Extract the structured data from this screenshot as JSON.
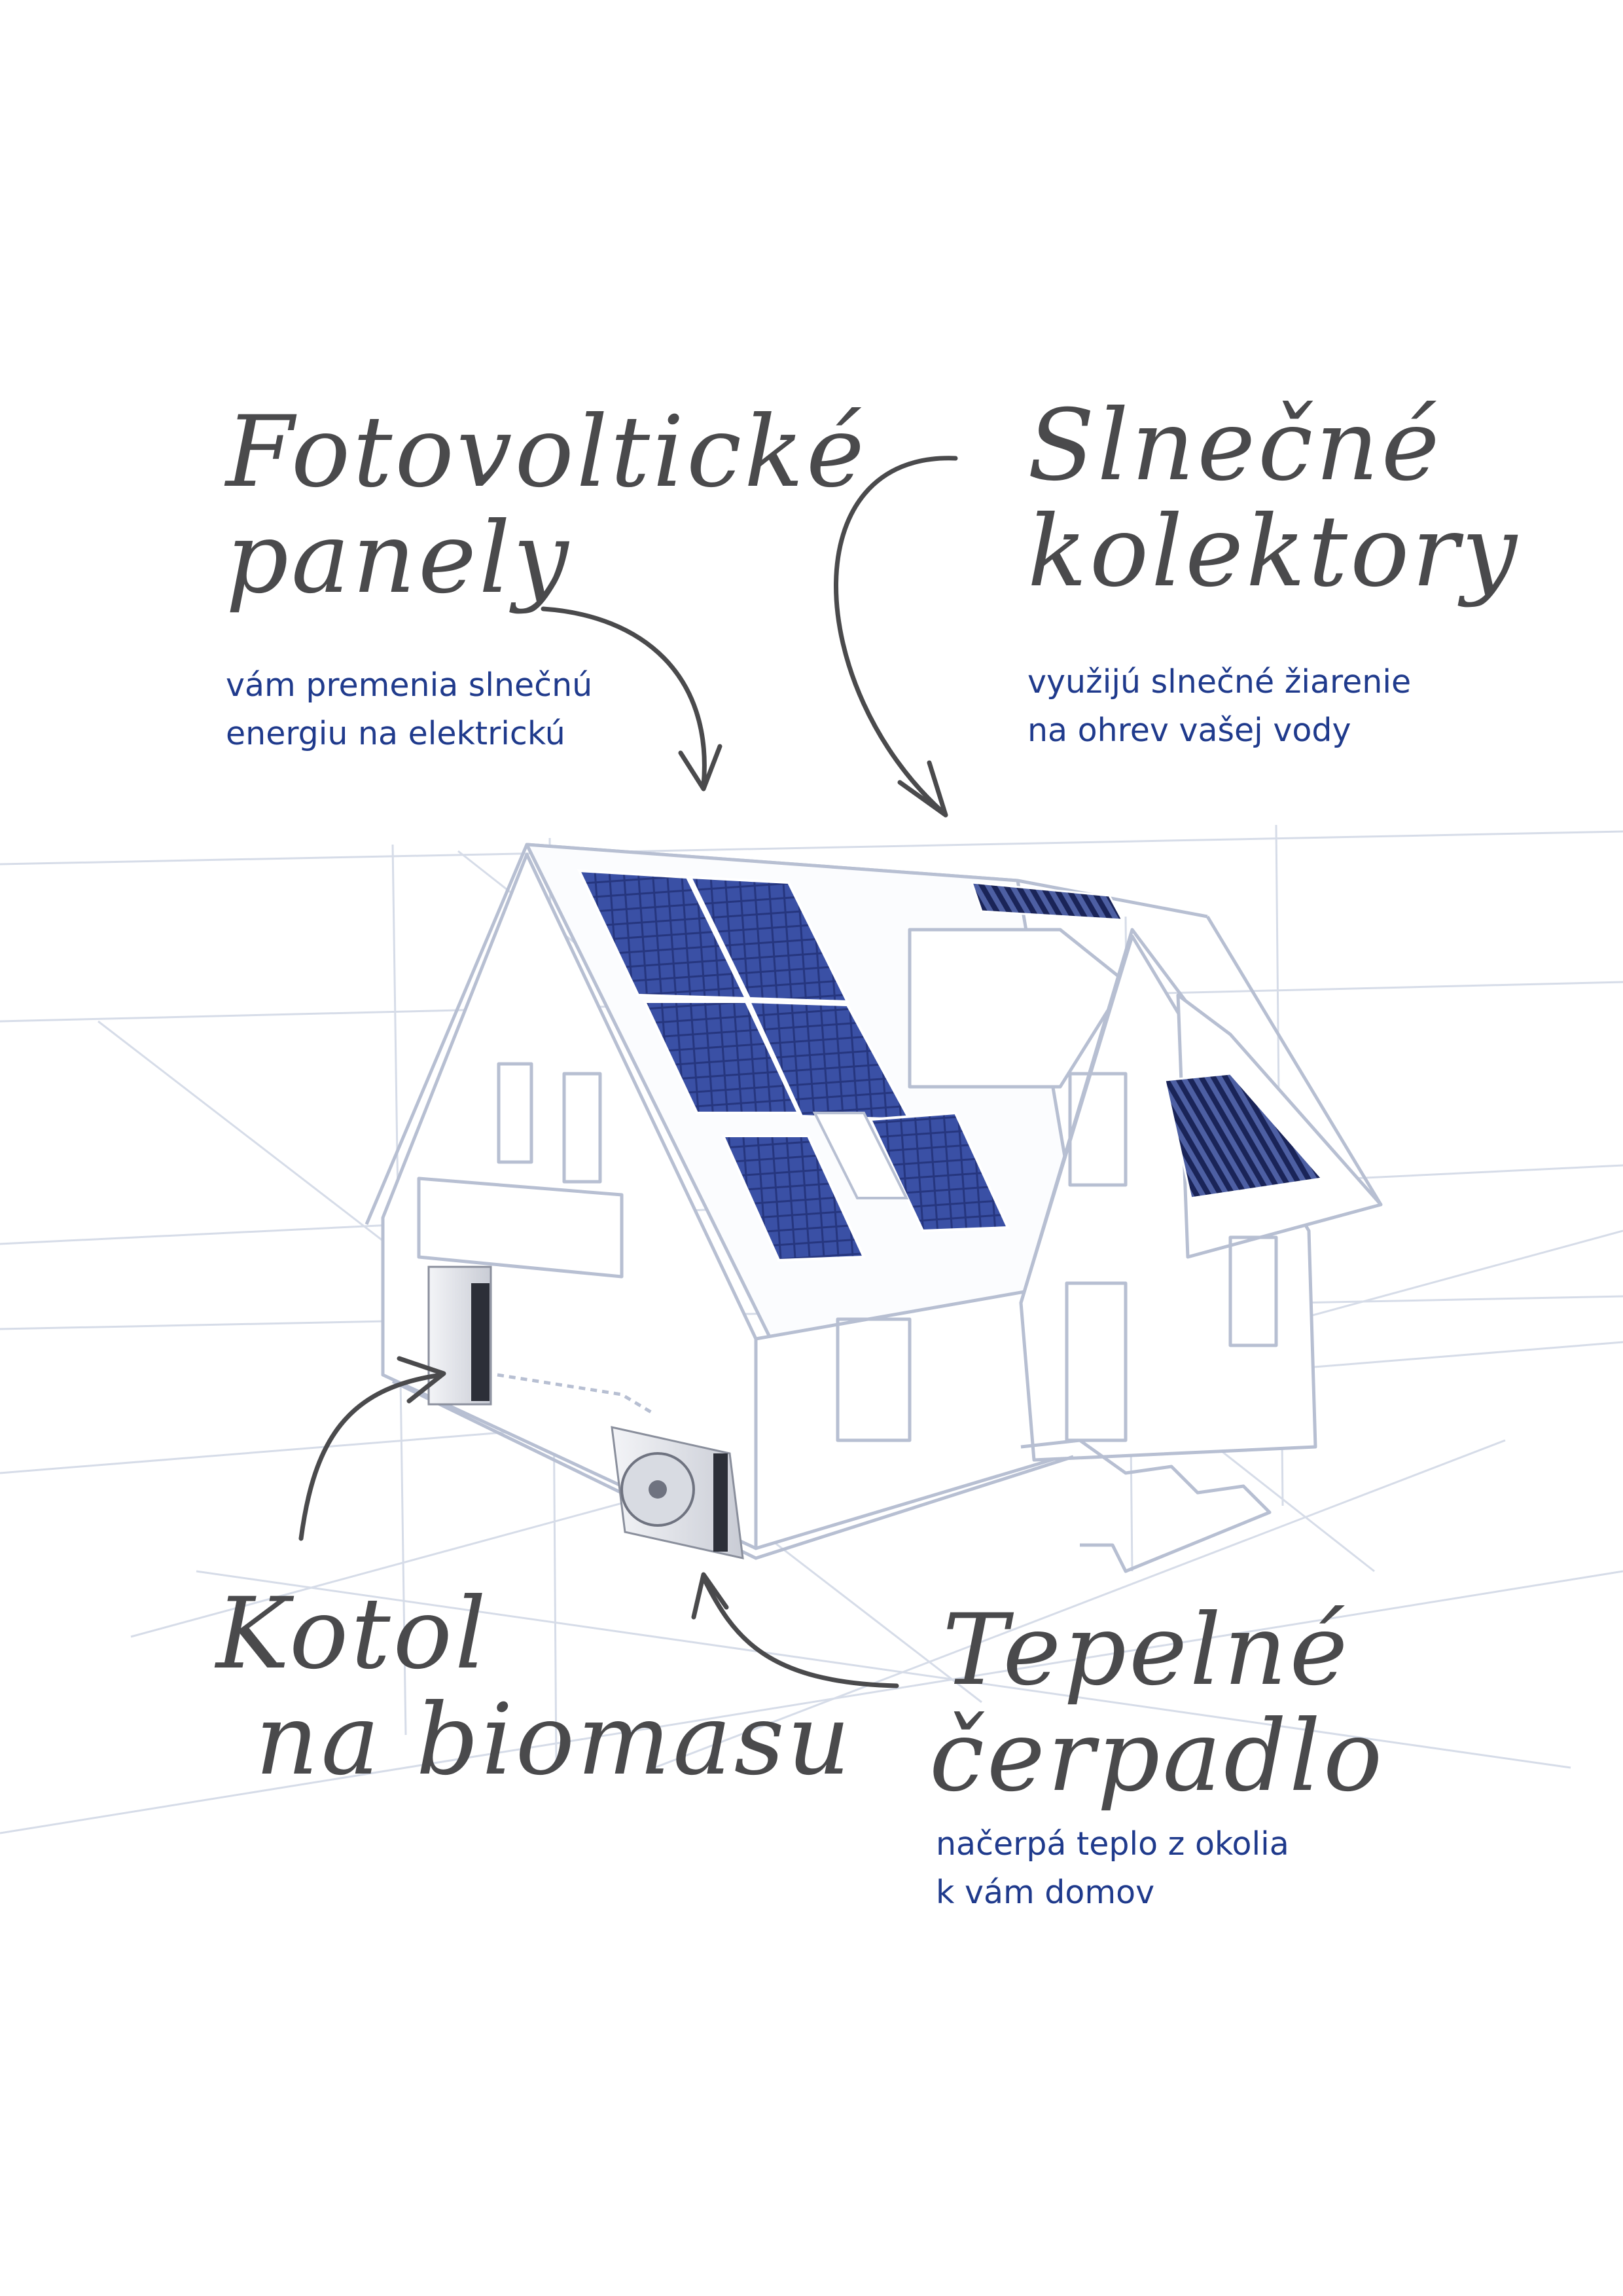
{
  "labels": {
    "pv": {
      "title_line1": "Fotovoltické",
      "title_line2": "panely",
      "desc_line1": "vám premenia slnečnú",
      "desc_line2": "energiu na elektrickú"
    },
    "solar": {
      "title_line1": "Slnečné",
      "title_line2": "kolektory",
      "desc_line1": "využijú slnečné žiarenie",
      "desc_line2": "na ohrev vašej vody"
    },
    "boiler": {
      "title_line1": "Kotol",
      "title_line2": "na biomasu"
    },
    "heatpump": {
      "title_line1": "Tepelné",
      "title_line2": "čerpadlo",
      "desc_line1": "načerpá teplo z okolia",
      "desc_line2": "k vám domov"
    }
  },
  "colors": {
    "handwriting": "#4a4a4c",
    "description": "#1f3a8c",
    "sketch_line": "#b7bfd2",
    "grid_line": "#d3d9e6",
    "panel_dark": "#1c2a6e",
    "panel_cell": "#35499b"
  }
}
